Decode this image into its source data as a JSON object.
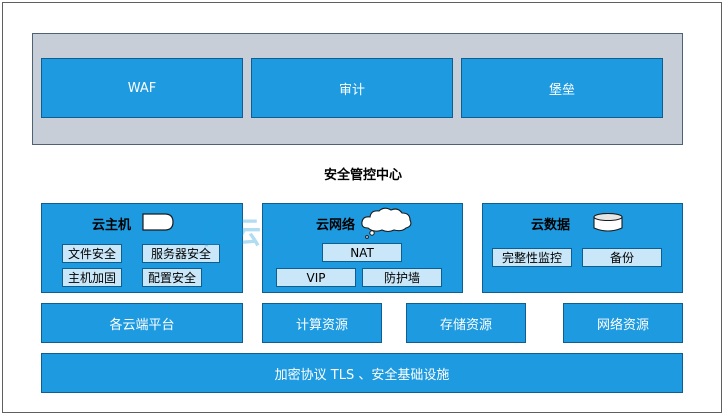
{
  "top_panel": {
    "items": [
      "WAF",
      "审计",
      "堡垒"
    ]
  },
  "center_title": "安全管控中心",
  "watermark": "吉云网",
  "groups": {
    "cloud_host": {
      "title": "云主机",
      "chips": [
        "文件安全",
        "服务器安全",
        "主机加固",
        "配置安全"
      ]
    },
    "cloud_network": {
      "title": "云网络",
      "chips": [
        "NAT",
        "VIP",
        "防护墙"
      ]
    },
    "cloud_data": {
      "title": "云数据",
      "chips": [
        "完整性监控",
        "备份"
      ]
    }
  },
  "resources": [
    "各云端平台",
    "计算资源",
    "存储资源",
    "网络资源"
  ],
  "foundation": "加密协议 TLS 、安全基础设施",
  "colors": {
    "box_blue": "#1e9be0",
    "panel_gray": "#c8ced7",
    "chip_light": "#c9e7f8"
  }
}
